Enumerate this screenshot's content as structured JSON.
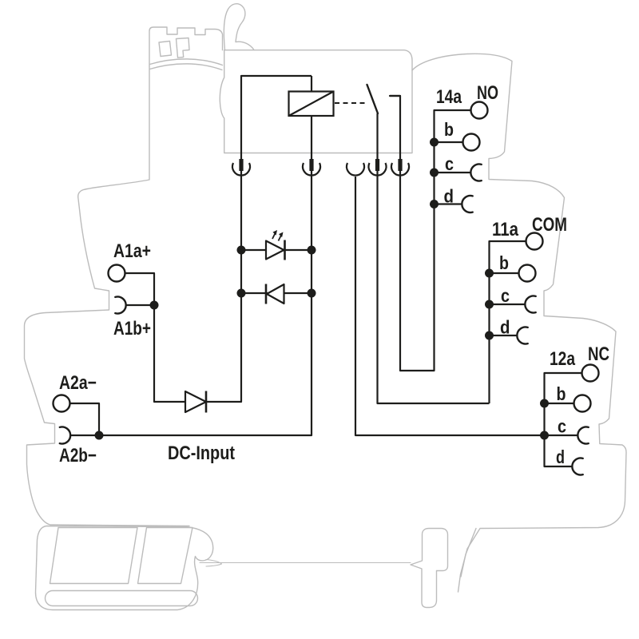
{
  "diagram": {
    "type": "relay-module-wiring-schematic",
    "background": "#ffffff",
    "line_color": "#1d1d1b",
    "housing_outline_color": "#bcbcbc",
    "input_side": {
      "a1a": "A1a+",
      "a1b": "A1b+",
      "a2a": "A2a−",
      "a2b": "A2b−",
      "dc_input": "DC-Input"
    },
    "output_groups": [
      {
        "terminal": "14a",
        "contact": "NO",
        "sub_terminals": [
          "b",
          "c",
          "d"
        ]
      },
      {
        "terminal": "11a",
        "contact": "COM",
        "sub_terminals": [
          "b",
          "c",
          "d"
        ]
      },
      {
        "terminal": "12a",
        "contact": "NC",
        "sub_terminals": [
          "b",
          "c",
          "d"
        ]
      }
    ],
    "components": {
      "relay_coil": "relay-coil",
      "contact_switch": "relay-contact-switch",
      "series_diode": "polarity-protection-diode",
      "status_led": "status-led",
      "freewheel_diode": "freewheeling-diode",
      "plug_connectors": "plug-in-connector-sockets",
      "din_rail": "din-rail-profile"
    }
  }
}
